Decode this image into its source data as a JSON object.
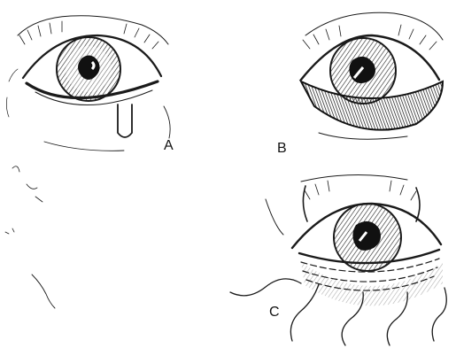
{
  "panels": [
    {
      "id": "A",
      "label": "A"
    },
    {
      "id": "B",
      "label": "B"
    },
    {
      "id": "C",
      "label": "C"
    }
  ],
  "colors": {
    "ink": "#1a1a1a",
    "paper": "#ffffff"
  }
}
